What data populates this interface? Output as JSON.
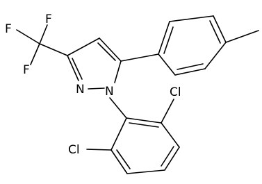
{
  "molecule": {
    "atoms": {
      "f_top": "F",
      "f_left": "F",
      "f_bottom": "F",
      "n_ring2": "N",
      "n_ring1": "N",
      "cl_upper": "Cl",
      "cl_lower": "Cl"
    }
  }
}
